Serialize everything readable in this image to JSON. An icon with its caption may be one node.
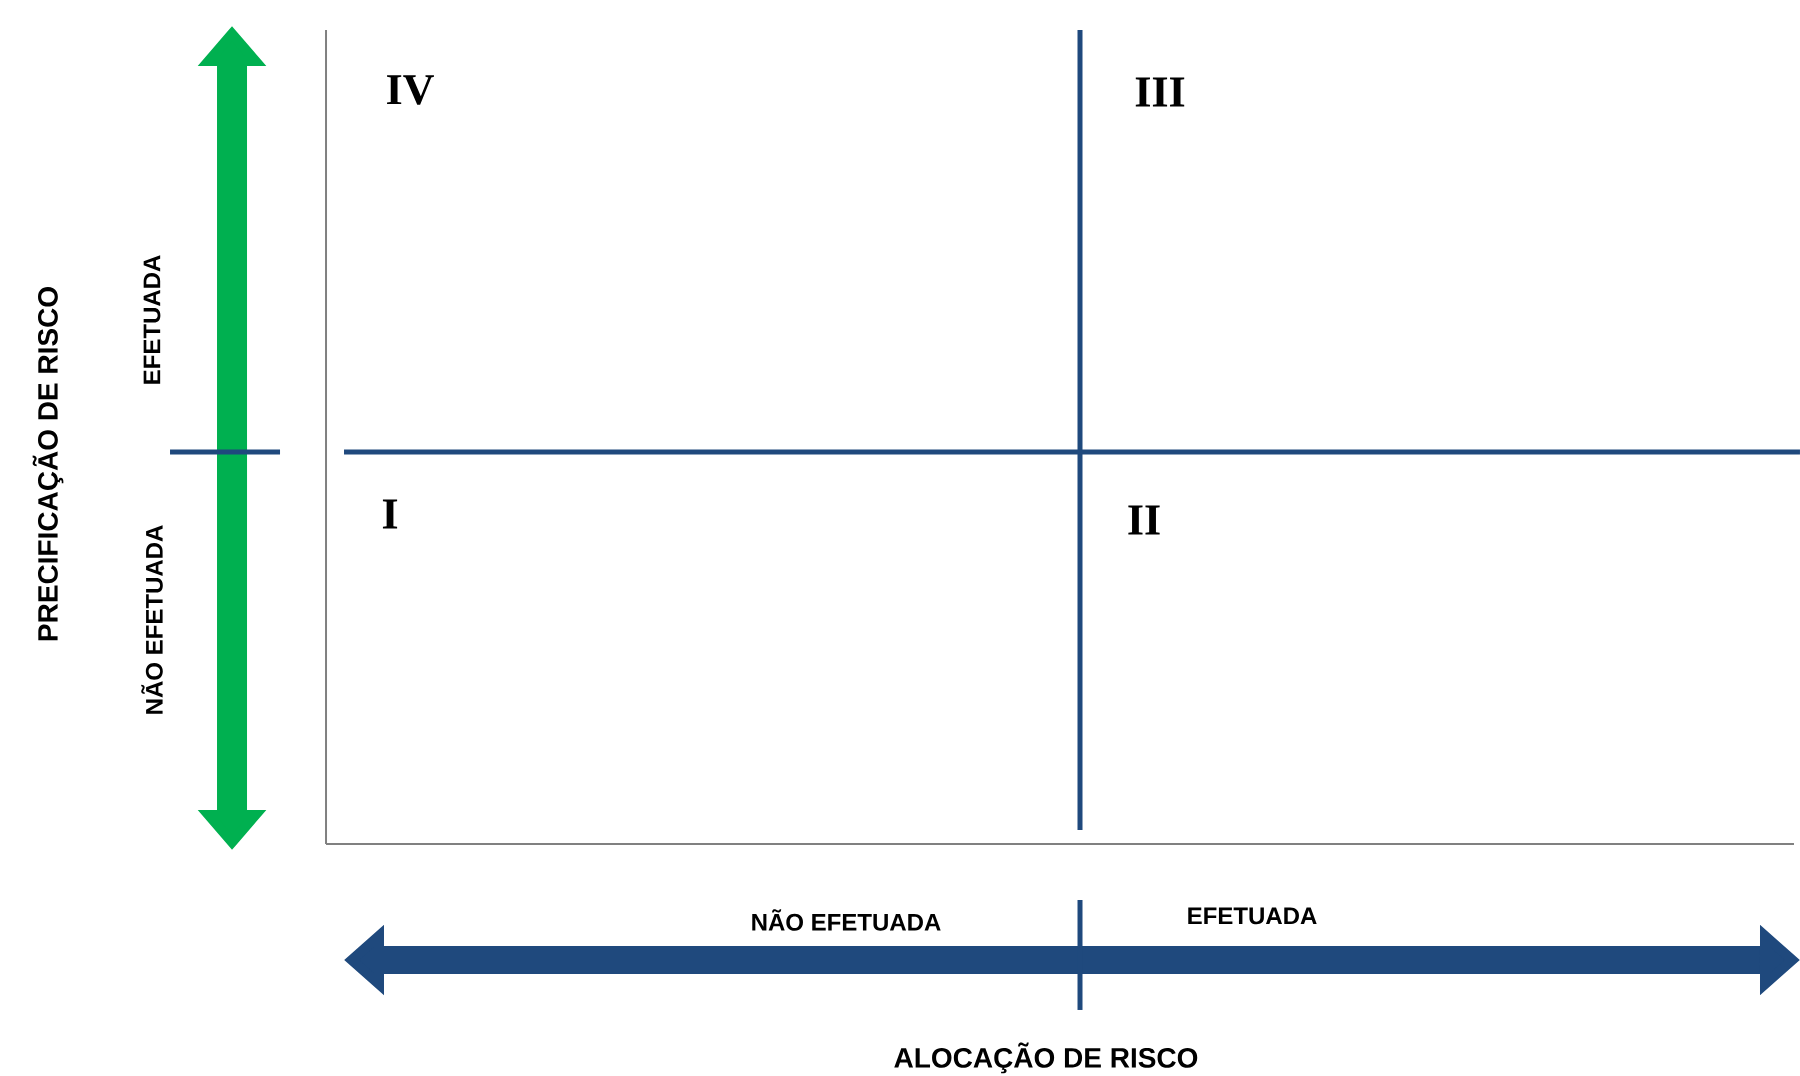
{
  "diagram": {
    "labels": [
      "PRECIFICAÇÃO DE RISCO",
      "EFETUADA",
      "NÃO EFETUADA",
      "IV",
      "III",
      "I",
      "II",
      "NÃO EFETUADA",
      "EFETUADA",
      "ALOCAÇÃO DE RISCO"
    ]
  }
}
